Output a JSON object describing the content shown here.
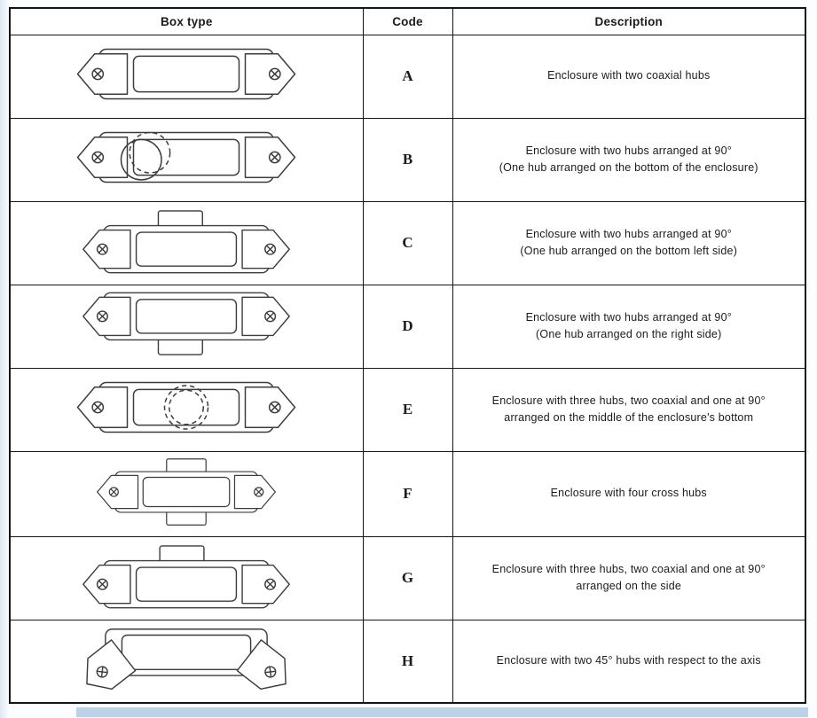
{
  "table": {
    "headers": [
      "Box type",
      "Code",
      "Description"
    ],
    "rows": [
      {
        "code": "A",
        "drawing": "two-coaxial-hubs",
        "description": [
          "Enclosure with two coaxial hubs"
        ]
      },
      {
        "code": "B",
        "drawing": "hub-on-bottom",
        "description": [
          "Enclosure with two hubs arranged at 90°",
          "(One hub arranged on the bottom of the enclosure)"
        ]
      },
      {
        "code": "C",
        "drawing": "hub-on-bottom-left",
        "description": [
          "Enclosure with two hubs arranged at 90°",
          "(One hub arranged on the bottom left side)"
        ]
      },
      {
        "code": "D",
        "drawing": "hub-on-right-side",
        "description": [
          "Enclosure with two hubs arranged at 90°",
          "(One hub arranged on the right side)"
        ]
      },
      {
        "code": "E",
        "drawing": "three-hubs-middle-bottom",
        "description": [
          "Enclosure with three hubs, two coaxial and one at 90°",
          "arranged on the middle of the enclosure's bottom"
        ]
      },
      {
        "code": "F",
        "drawing": "four-cross-hubs",
        "description": [
          "Enclosure with four cross hubs"
        ]
      },
      {
        "code": "G",
        "drawing": "three-hubs-side",
        "description": [
          "Enclosure with three hubs, two coaxial and one at 90°",
          "arranged on the side"
        ]
      },
      {
        "code": "H",
        "drawing": "two-45deg-hubs",
        "description": [
          "Enclosure with two 45° hubs with respect to the axis"
        ]
      }
    ]
  },
  "colors": {
    "line": "#3c3c3c",
    "border": "#141414",
    "footer_strip": "#bdd2e8"
  }
}
